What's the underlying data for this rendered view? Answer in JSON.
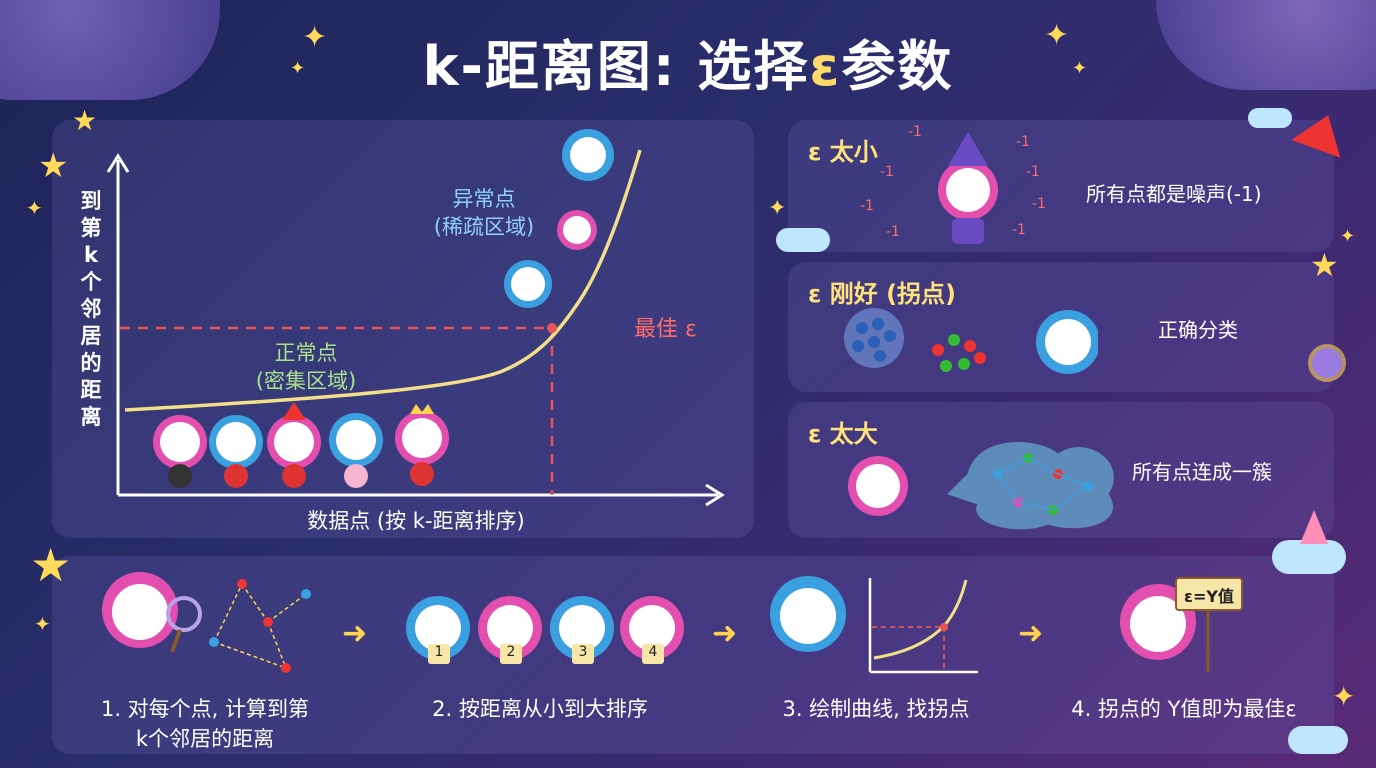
{
  "title": {
    "main": "k-距离图: 选择",
    "eps": "ε",
    "tail": "参数"
  },
  "chart": {
    "ylabel": "到第k个邻居的距离",
    "xlabel": "数据点 (按 k-距离排序)",
    "outlier_label_1": "异常点",
    "outlier_label_2": "(稀疏区域)",
    "normal_label_1": "正常点",
    "normal_label_2": "(密集区域)",
    "best_eps": "最佳 ε"
  },
  "panels": {
    "small": {
      "title": "ε 太小",
      "desc": "所有点都是噪声(-1)",
      "noise": "-1"
    },
    "good": {
      "title": "ε 刚好 (拐点)",
      "desc": "正确分类"
    },
    "big": {
      "title": "ε 太大",
      "desc": "所有点连成一簇"
    }
  },
  "steps": [
    {
      "label_1": "1. 对每个点, 计算到第",
      "label_2": "k个邻居的距离"
    },
    {
      "label_1": "2. 按距离从小到大排序",
      "label_2": "",
      "cards": [
        "1",
        "2",
        "3",
        "4"
      ]
    },
    {
      "label_1": "3. 绘制曲线, 找拐点",
      "label_2": ""
    },
    {
      "label_1": "4. 拐点的 Y值即为最佳ε",
      "label_2": "",
      "sign": "ε=Y值"
    }
  ],
  "colors": {
    "curve": "#f3df8a",
    "dashed": "#e8545a",
    "accent": "#ffe27a"
  },
  "icons": [
    "star-icon",
    "cloud-icon",
    "cat-mascot-icon",
    "magnifier-icon",
    "santa-hat-icon",
    "planet-icon"
  ]
}
